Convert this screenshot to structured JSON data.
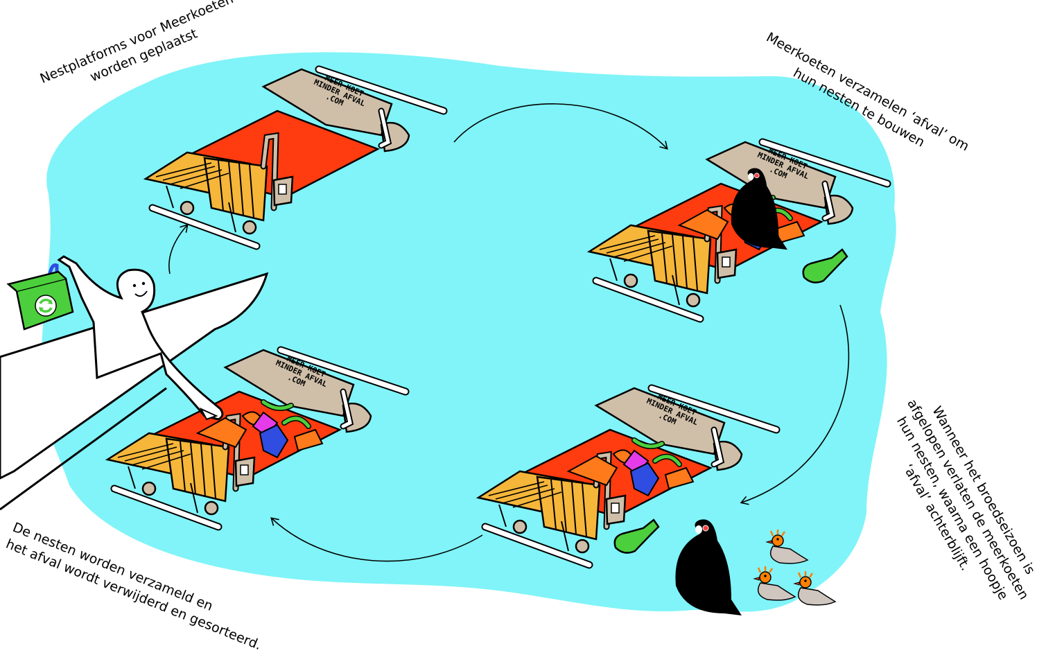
{
  "captions": {
    "step1": [
      "Nestplatforms voor Meerkoeten",
      "worden geplaatst"
    ],
    "step2": [
      "Meerkoeten verzamelen ‘afval’ om",
      "hun nesten te bouwen"
    ],
    "step3": [
      "Wanneer het broedseizoen  is",
      "afgelopen verlaten de meerkoeten",
      "hun nesten, waarna een hoopje",
      "‘afval’ achterblijft."
    ],
    "step4": [
      "De nesten worden verzameld en",
      "het afval wordt verwijderd en gesorteerd."
    ]
  },
  "platform_sign": [
    "MEER KOET",
    "MINDER AFVAL",
    ".COM"
  ],
  "colors": {
    "water": "#80f4f8",
    "mat": "#ff3b10",
    "cart": "#f5b63a",
    "frame": "#cfbfa9",
    "bottle": "#4ccf3c",
    "recycle_box": "#4ccf3c",
    "coot": "#000000",
    "coot_beak": "#ff4040",
    "chick_head": "#ff7f00",
    "chick_body": "#cfc6c0"
  },
  "icons": [
    "recycle-icon",
    "coot-icon",
    "bottle-icon",
    "person-icon",
    "boat-icon",
    "arrow-icon"
  ]
}
